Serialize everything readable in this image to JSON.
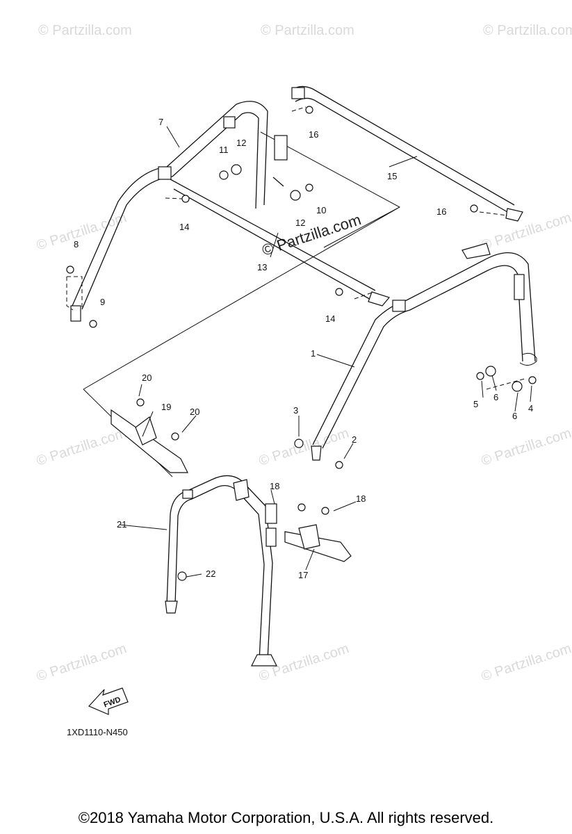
{
  "watermark_text": "© Partzilla.com",
  "diagram_code": "1XD1110-N450",
  "fwd_label": "FWD",
  "copyright": "©2018  Yamaha Motor Corporation, U.S.A. All rights reserved.",
  "callouts": [
    "7",
    "11",
    "12",
    "16",
    "15",
    "8",
    "14",
    "12",
    "10",
    "16",
    "13",
    "9",
    "14",
    "1",
    "20",
    "19",
    "20",
    "3",
    "2",
    "5",
    "6",
    "6",
    "4",
    "18",
    "18",
    "21",
    "17",
    "22"
  ]
}
